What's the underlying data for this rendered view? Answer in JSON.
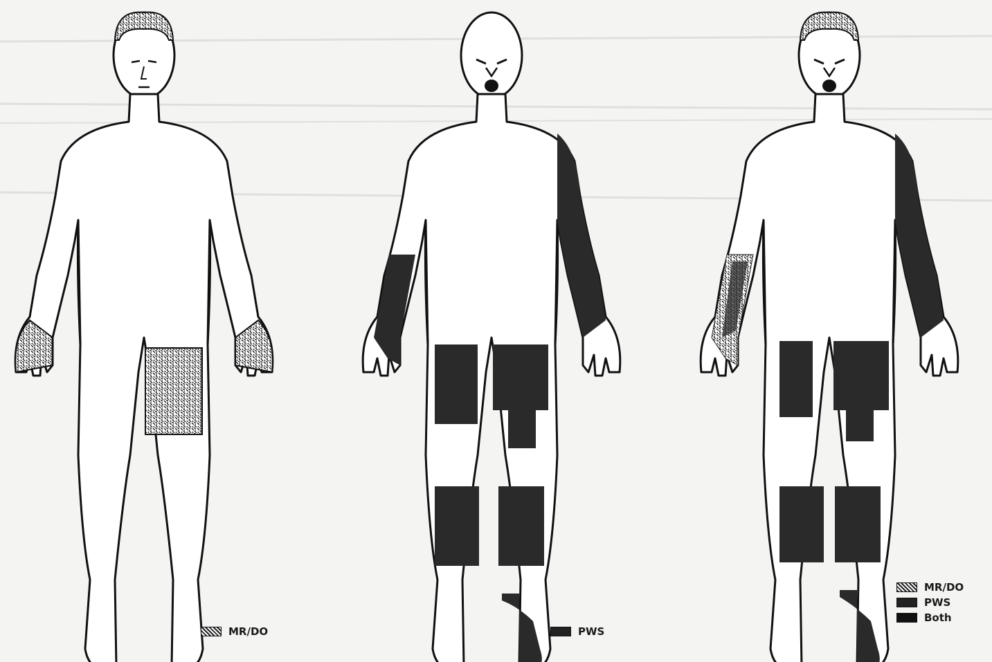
{
  "figures": [
    {
      "legend": [
        {
          "label": "MR/DO",
          "pattern": "speckle"
        }
      ]
    },
    {
      "legend": [
        {
          "label": "PWS",
          "pattern": "solid"
        }
      ]
    },
    {
      "legend": [
        {
          "label": "MR/DO",
          "pattern": "speckle"
        },
        {
          "label": "PWS",
          "pattern": "solid"
        },
        {
          "label": "Both",
          "pattern": "solid-dark"
        }
      ]
    }
  ],
  "colors": {
    "outline": "#111111",
    "fill_dark": "#2a2a2a",
    "paper": "#f4f4f2"
  }
}
